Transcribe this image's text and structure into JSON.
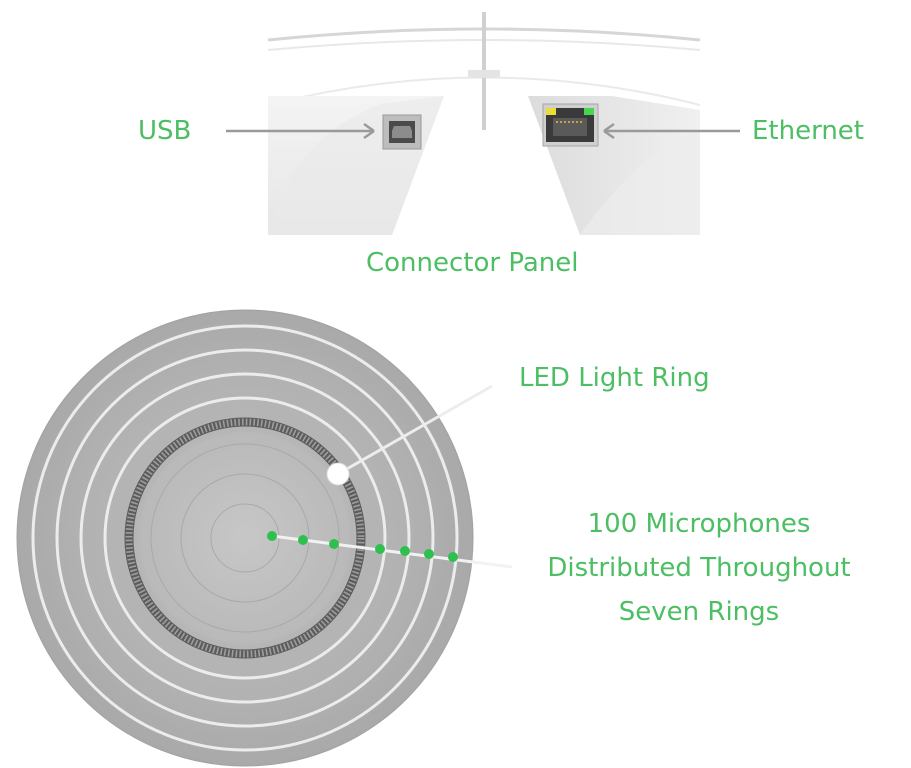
{
  "labels": {
    "usb": "USB",
    "ethernet": "Ethernet",
    "connector_panel": "Connector Panel",
    "led_ring": "LED Light Ring",
    "microphones": [
      "100 Microphones",
      "Distributed Throughout",
      "Seven Rings"
    ]
  },
  "colors": {
    "label_green": "#4cbe63",
    "mic_dot": "#2fbf4f",
    "device_gray": "#b0b0b0"
  },
  "icons": {
    "usb_port": "usb-b-port-icon",
    "ethernet_port": "rj45-port-icon"
  }
}
